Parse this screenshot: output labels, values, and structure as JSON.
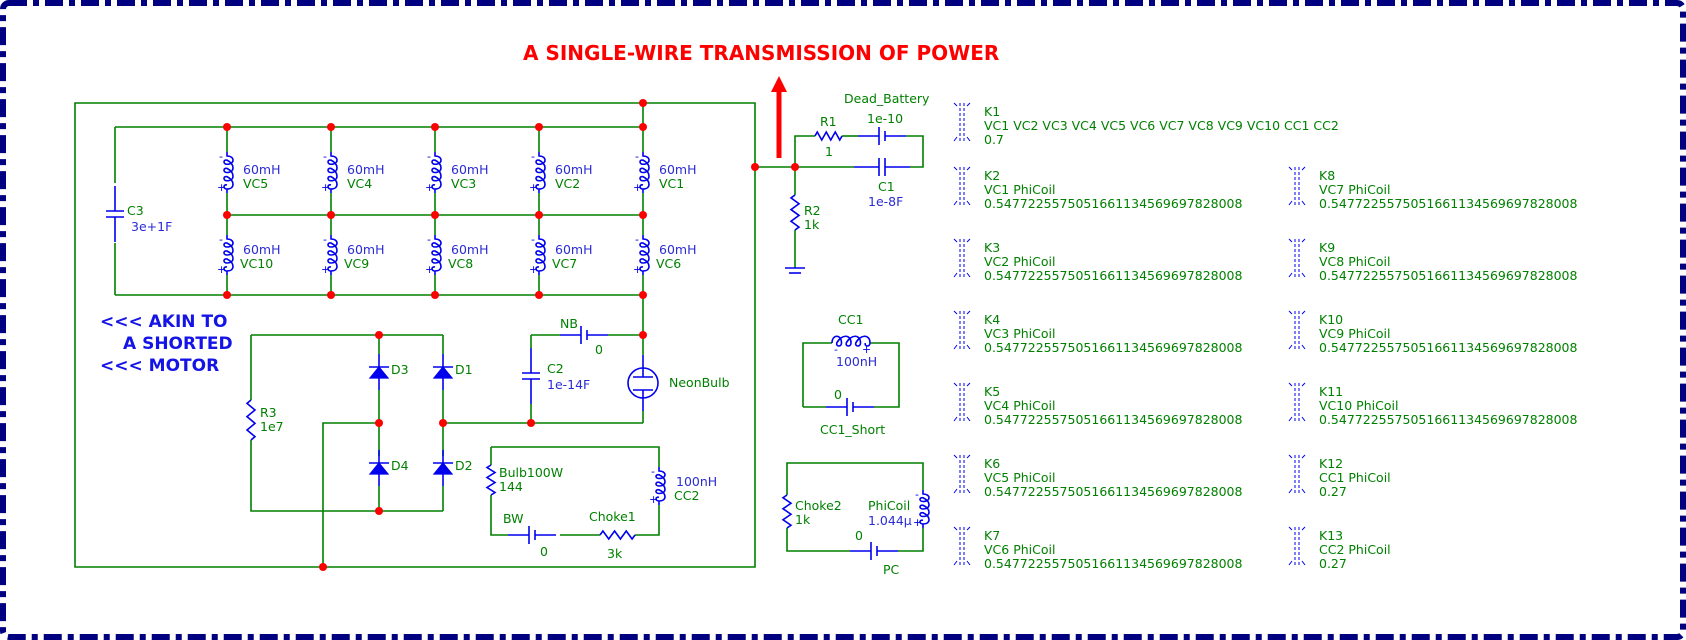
{
  "title": "A SINGLE-WIRE TRANSMISSION OF POWER",
  "note_lines": [
    "<<< AKIN TO",
    "A SHORTED",
    "<<< MOTOR"
  ],
  "colors": {
    "wire": "#008000",
    "node": "#ff0000",
    "symbol": "#0000ee",
    "name_label": "#008000",
    "value_label": "#2b2bd6",
    "title": "#ff0000",
    "note": "#1414e6",
    "border": "#000080"
  },
  "inductors_top": [
    {
      "name": "VC5",
      "value": "60mH"
    },
    {
      "name": "VC4",
      "value": "60mH"
    },
    {
      "name": "VC3",
      "value": "60mH"
    },
    {
      "name": "VC2",
      "value": "60mH"
    },
    {
      "name": "VC1",
      "value": "60mH"
    }
  ],
  "inductors_bottom": [
    {
      "name": "VC10",
      "value": "60mH"
    },
    {
      "name": "VC9",
      "value": "60mH"
    },
    {
      "name": "VC8",
      "value": "60mH"
    },
    {
      "name": "VC7",
      "value": "60mH"
    },
    {
      "name": "VC6",
      "value": "60mH"
    }
  ],
  "components": {
    "C3": {
      "name": "C3",
      "value": "3e+1F"
    },
    "R1": {
      "name": "R1",
      "value": "1"
    },
    "Dead_Battery": {
      "name": "Dead_Battery",
      "value": "1e-10"
    },
    "C1": {
      "name": "C1",
      "value": "1e-8F"
    },
    "R2": {
      "name": "R2",
      "value": "1k"
    },
    "R3": {
      "name": "R3",
      "value": "1e7"
    },
    "D1": {
      "name": "D1"
    },
    "D2": {
      "name": "D2"
    },
    "D3": {
      "name": "D3"
    },
    "D4": {
      "name": "D4"
    },
    "NB": {
      "name": "NB",
      "value": "0"
    },
    "C2": {
      "name": "C2",
      "value": "1e-14F"
    },
    "NeonBulb": {
      "name": "NeonBulb"
    },
    "Bulb100W": {
      "name": "Bulb100W",
      "value": "144"
    },
    "CC2": {
      "name": "CC2",
      "value": "100nH"
    },
    "BW": {
      "name": "BW",
      "value": "0"
    },
    "Choke1": {
      "name": "Choke1",
      "value": "3k"
    },
    "CC1": {
      "name": "CC1",
      "value": "100nH"
    },
    "CC1_Short": {
      "name": "CC1_Short",
      "value": "0"
    },
    "Choke2": {
      "name": "Choke2",
      "value": "1k"
    },
    "PhiCoil": {
      "name": "PhiCoil",
      "value": "1.044µ"
    },
    "PC": {
      "name": "PC",
      "value": "0"
    }
  },
  "couplings": [
    {
      "name": "K1",
      "inductors": "VC1 VC2 VC3 VC4 VC5 VC6 VC7 VC8 VC9 VC10 CC1 CC2",
      "k": "0.7"
    },
    {
      "name": "K2",
      "inductors": "VC1 PhiCoil",
      "k": "0.5477225575051661134569697828008"
    },
    {
      "name": "K3",
      "inductors": "VC2 PhiCoil",
      "k": "0.5477225575051661134569697828008"
    },
    {
      "name": "K4",
      "inductors": "VC3 PhiCoil",
      "k": "0.5477225575051661134569697828008"
    },
    {
      "name": "K5",
      "inductors": "VC4 PhiCoil",
      "k": "0.5477225575051661134569697828008"
    },
    {
      "name": "K6",
      "inductors": "VC5 PhiCoil",
      "k": "0.5477225575051661134569697828008"
    },
    {
      "name": "K7",
      "inductors": "VC6 PhiCoil",
      "k": "0.5477225575051661134569697828008"
    },
    {
      "name": "K8",
      "inductors": "VC7 PhiCoil",
      "k": "0.5477225575051661134569697828008"
    },
    {
      "name": "K9",
      "inductors": "VC8 PhiCoil",
      "k": "0.5477225575051661134569697828008"
    },
    {
      "name": "K10",
      "inductors": "VC9 PhiCoil",
      "k": "0.5477225575051661134569697828008"
    },
    {
      "name": "K11",
      "inductors": "VC10 PhiCoil",
      "k": "0.5477225575051661134569697828008"
    },
    {
      "name": "K12",
      "inductors": "CC1 PhiCoil",
      "k": "0.27"
    },
    {
      "name": "K13",
      "inductors": "CC2 PhiCoil",
      "k": "0.27"
    }
  ]
}
